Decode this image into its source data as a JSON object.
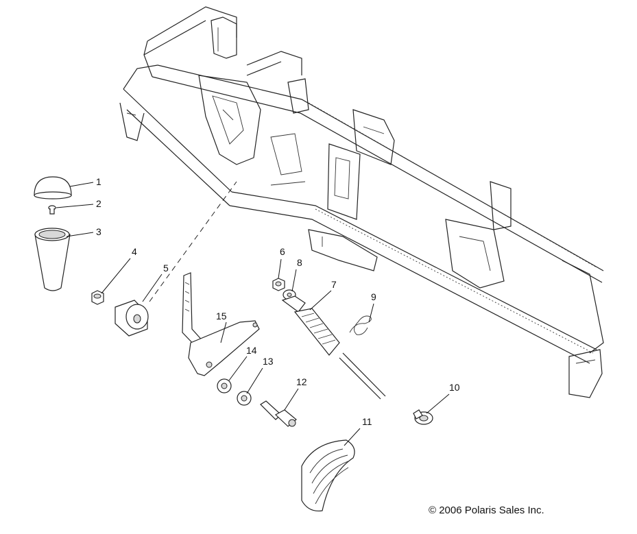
{
  "callouts": [
    {
      "id": "1",
      "label": "1"
    },
    {
      "id": "2",
      "label": "2"
    },
    {
      "id": "3",
      "label": "3"
    },
    {
      "id": "4",
      "label": "4"
    },
    {
      "id": "5",
      "label": "5"
    },
    {
      "id": "6",
      "label": "6"
    },
    {
      "id": "7",
      "label": "7"
    },
    {
      "id": "8",
      "label": "8"
    },
    {
      "id": "9",
      "label": "9"
    },
    {
      "id": "10",
      "label": "10"
    },
    {
      "id": "11",
      "label": "11"
    },
    {
      "id": "12",
      "label": "12"
    },
    {
      "id": "13",
      "label": "13"
    },
    {
      "id": "14",
      "label": "14"
    },
    {
      "id": "15",
      "label": "15"
    }
  ],
  "copyright": "© 2006 Polaris Sales Inc."
}
